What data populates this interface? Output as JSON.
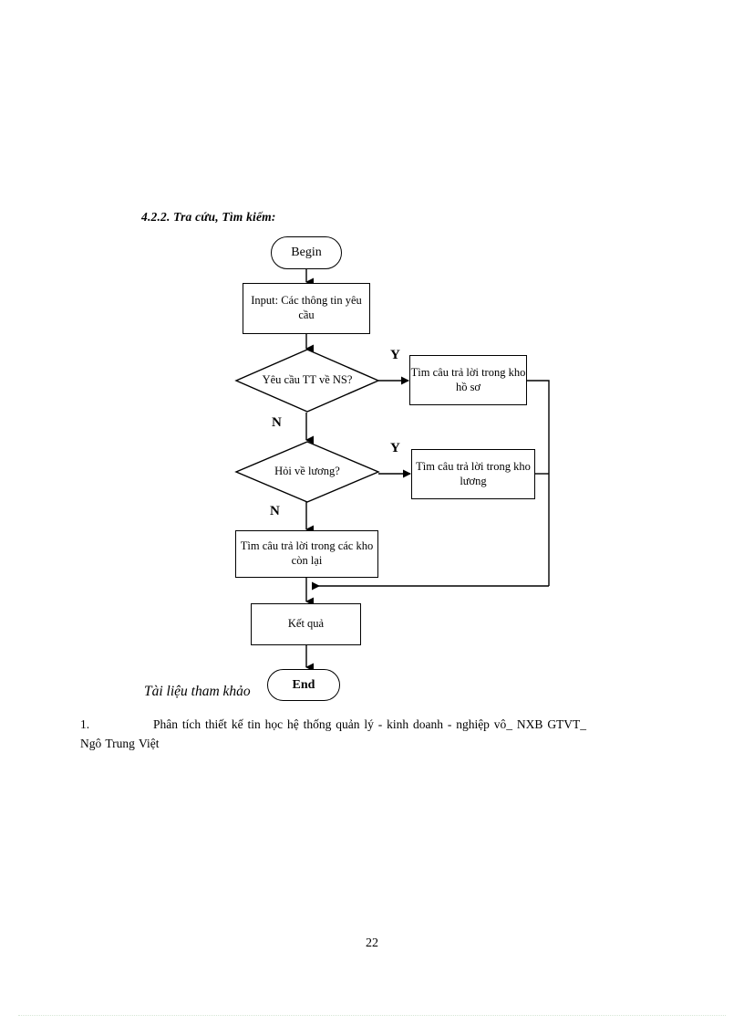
{
  "document": {
    "section_heading": "4.2.2. Tra cứu, Tìm kiếm:",
    "page_number": "22"
  },
  "flowchart": {
    "nodes": {
      "begin": "Begin",
      "input": "Input: Các thông tin yêu cầu",
      "decision_ns": "Yêu cầu TT về NS?",
      "search_hoso": "Tìm câu trả lời trong kho hồ sơ",
      "decision_luong": "Hỏi về lương?",
      "search_luong": "Tìm câu trả lời trong kho lương",
      "search_others": "Tìm câu trả lời trong các kho còn lại",
      "result": "Kết quả",
      "end": "End"
    },
    "branch_labels": {
      "ns_yes": "Y",
      "ns_no": "N",
      "luong_yes": "Y",
      "luong_no": "N"
    },
    "colors": {
      "stroke": "#000000",
      "fill": "#ffffff"
    }
  },
  "references": {
    "title": "Tài liệu tham khảo",
    "items": [
      {
        "number": "1.",
        "line1": "Phân tích thiết kế tin học hệ thống quản lý - kinh doanh - nghiệp vô_ NXB GTVT_",
        "line2": "Ngô Trung Việt"
      }
    ]
  }
}
